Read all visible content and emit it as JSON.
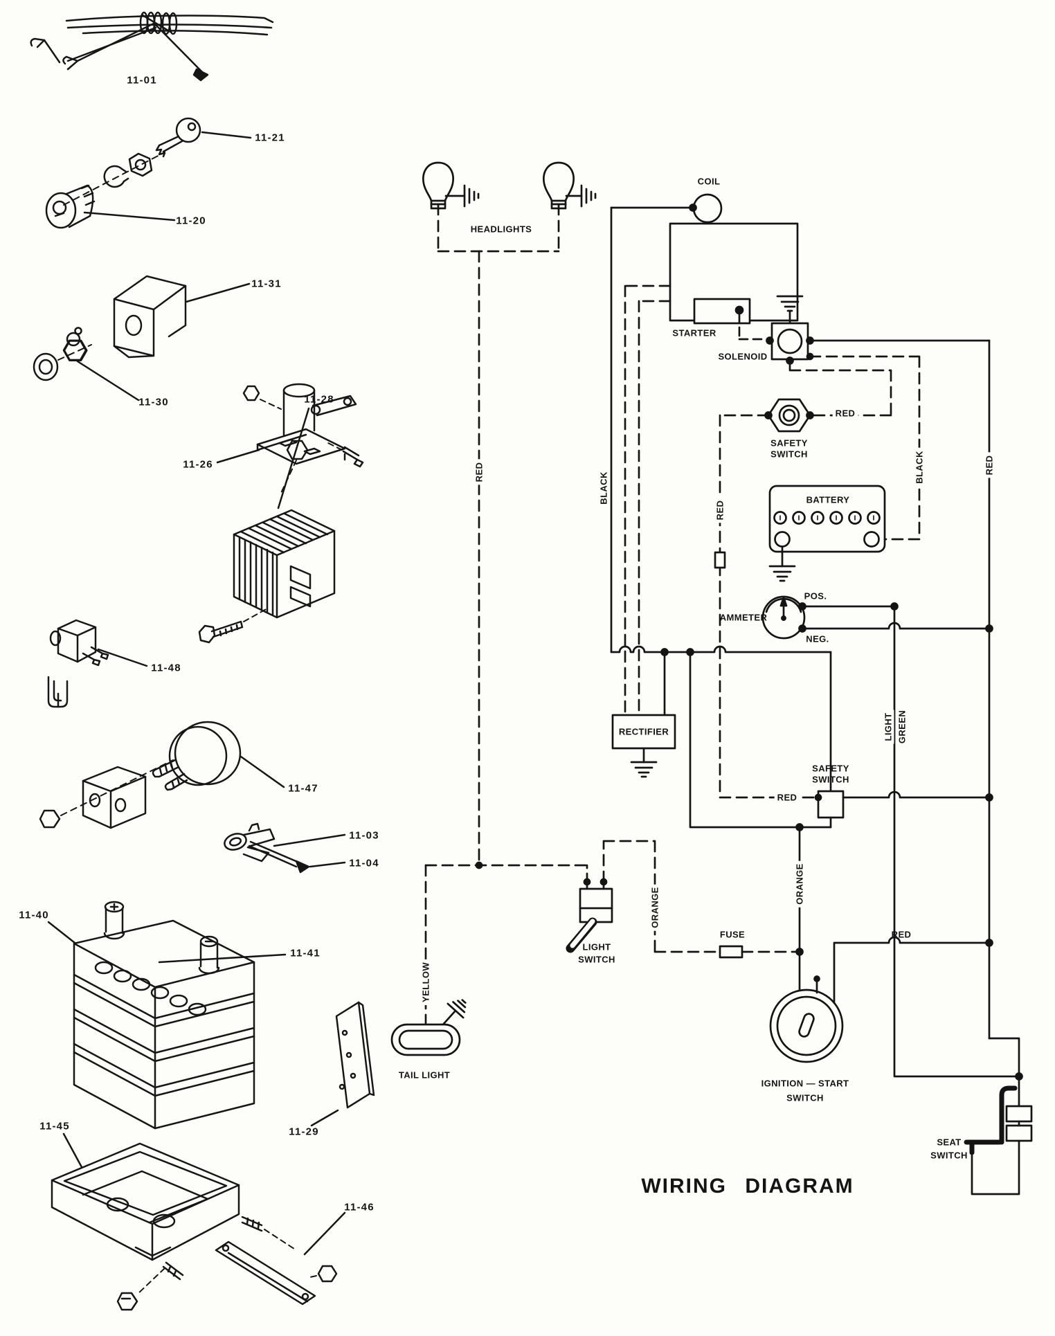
{
  "page": {
    "title": "WIRING DIAGRAM"
  },
  "parts": {
    "p01": "11-01",
    "p21": "11-21",
    "p20": "11-20",
    "p31": "11-31",
    "p30": "11-30",
    "p26": "11-26",
    "p28": "11-28",
    "p48": "11-48",
    "p47": "11-47",
    "p03": "11-03",
    "p04": "11-04",
    "p40": "11-40",
    "p41": "11-41",
    "p29": "11-29",
    "p45": "11-45",
    "p46": "11-46"
  },
  "wiring": {
    "headlights": "HEADLIGHTS",
    "coil": "COIL",
    "starter": "STARTER",
    "solenoid": "SOLENOID",
    "safety_switch_upper": {
      "line1": "SAFETY",
      "line2": "SWITCH"
    },
    "battery": "BATTERY",
    "ammeter": "AMMETER",
    "pos": "POS.",
    "neg": "NEG.",
    "rectifier": "RECTIFIER",
    "safety_switch_lower": {
      "line1": "SAFETY",
      "line2": "SWITCH"
    },
    "light_switch": {
      "line1": "LIGHT",
      "line2": "SWITCH"
    },
    "tail_light": "TAIL LIGHT",
    "fuse": "FUSE",
    "ignition_switch": {
      "line1": "IGNITION — START",
      "line2": "SWITCH"
    },
    "seat_switch": {
      "line1": "SEAT",
      "line2": "SWITCH"
    }
  },
  "wire_labels": {
    "red_headlight": "RED",
    "black_engine": "BLACK",
    "red_coil_branch": "RED",
    "red_solenoid": "RED",
    "black_battery": "BLACK",
    "red_right": "RED",
    "light_green_1": "LIGHT",
    "light_green_2": "GREEN",
    "orange_light_switch": "ORANGE",
    "orange_ignition": "ORANGE",
    "yellow_tail": "YELLOW",
    "red_safety_lower": "RED",
    "red_ignition": "RED"
  }
}
